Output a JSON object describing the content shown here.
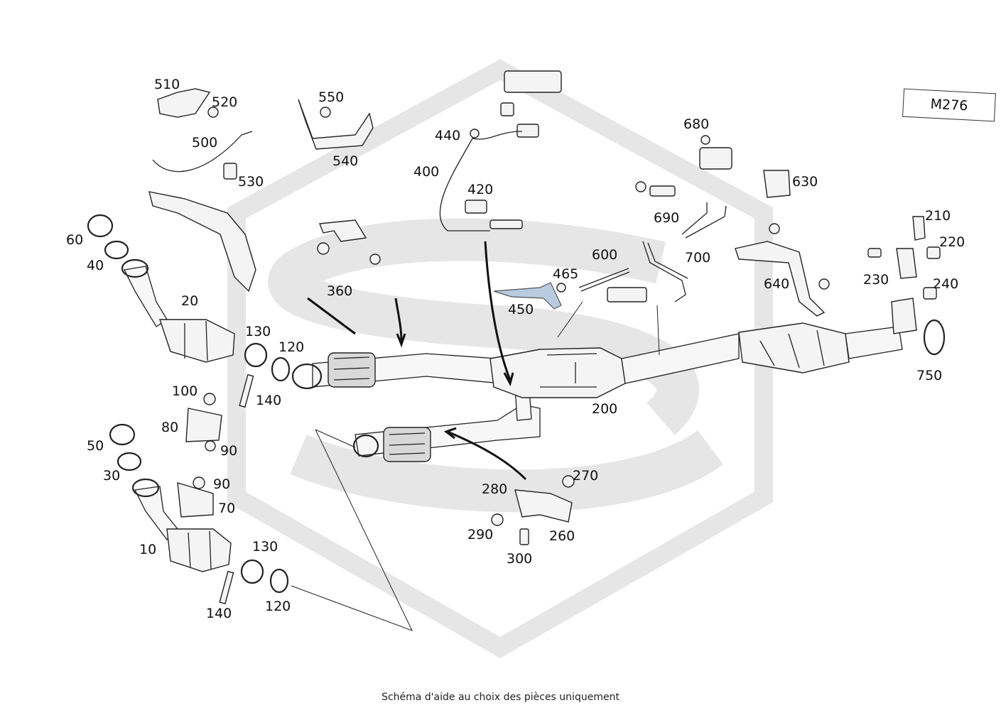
{
  "diagram": {
    "model_label": "M276",
    "caption": "Schéma d'aide au choix des pièces uniquement"
  },
  "part_numbers": {
    "p10": "10",
    "p20": "20",
    "p30": "30",
    "p40": "40",
    "p50": "50",
    "p60": "60",
    "p70": "70",
    "p80": "80",
    "p90a": "90",
    "p90b": "90",
    "p100": "100",
    "p120a": "120",
    "p120b": "120",
    "p130a": "130",
    "p130b": "130",
    "p140a": "140",
    "p140b": "140",
    "p200": "200",
    "p210": "210",
    "p220": "220",
    "p230": "230",
    "p240": "240",
    "p260": "260",
    "p270": "270",
    "p280": "280",
    "p290": "290",
    "p300": "300",
    "p360": "360",
    "p400": "400",
    "p420": "420",
    "p440": "440",
    "p450": "450",
    "p465": "465",
    "p500": "500",
    "p510": "510",
    "p520": "520",
    "p530": "530",
    "p540": "540",
    "p550": "550",
    "p600": "600",
    "p630": "630",
    "p640": "640",
    "p680": "680",
    "p690": "690",
    "p700": "700",
    "p750": "750"
  },
  "colors": {
    "line": "#222222",
    "watermark": "#e6e6e6",
    "accent_part_450": "#b8cbe0"
  }
}
